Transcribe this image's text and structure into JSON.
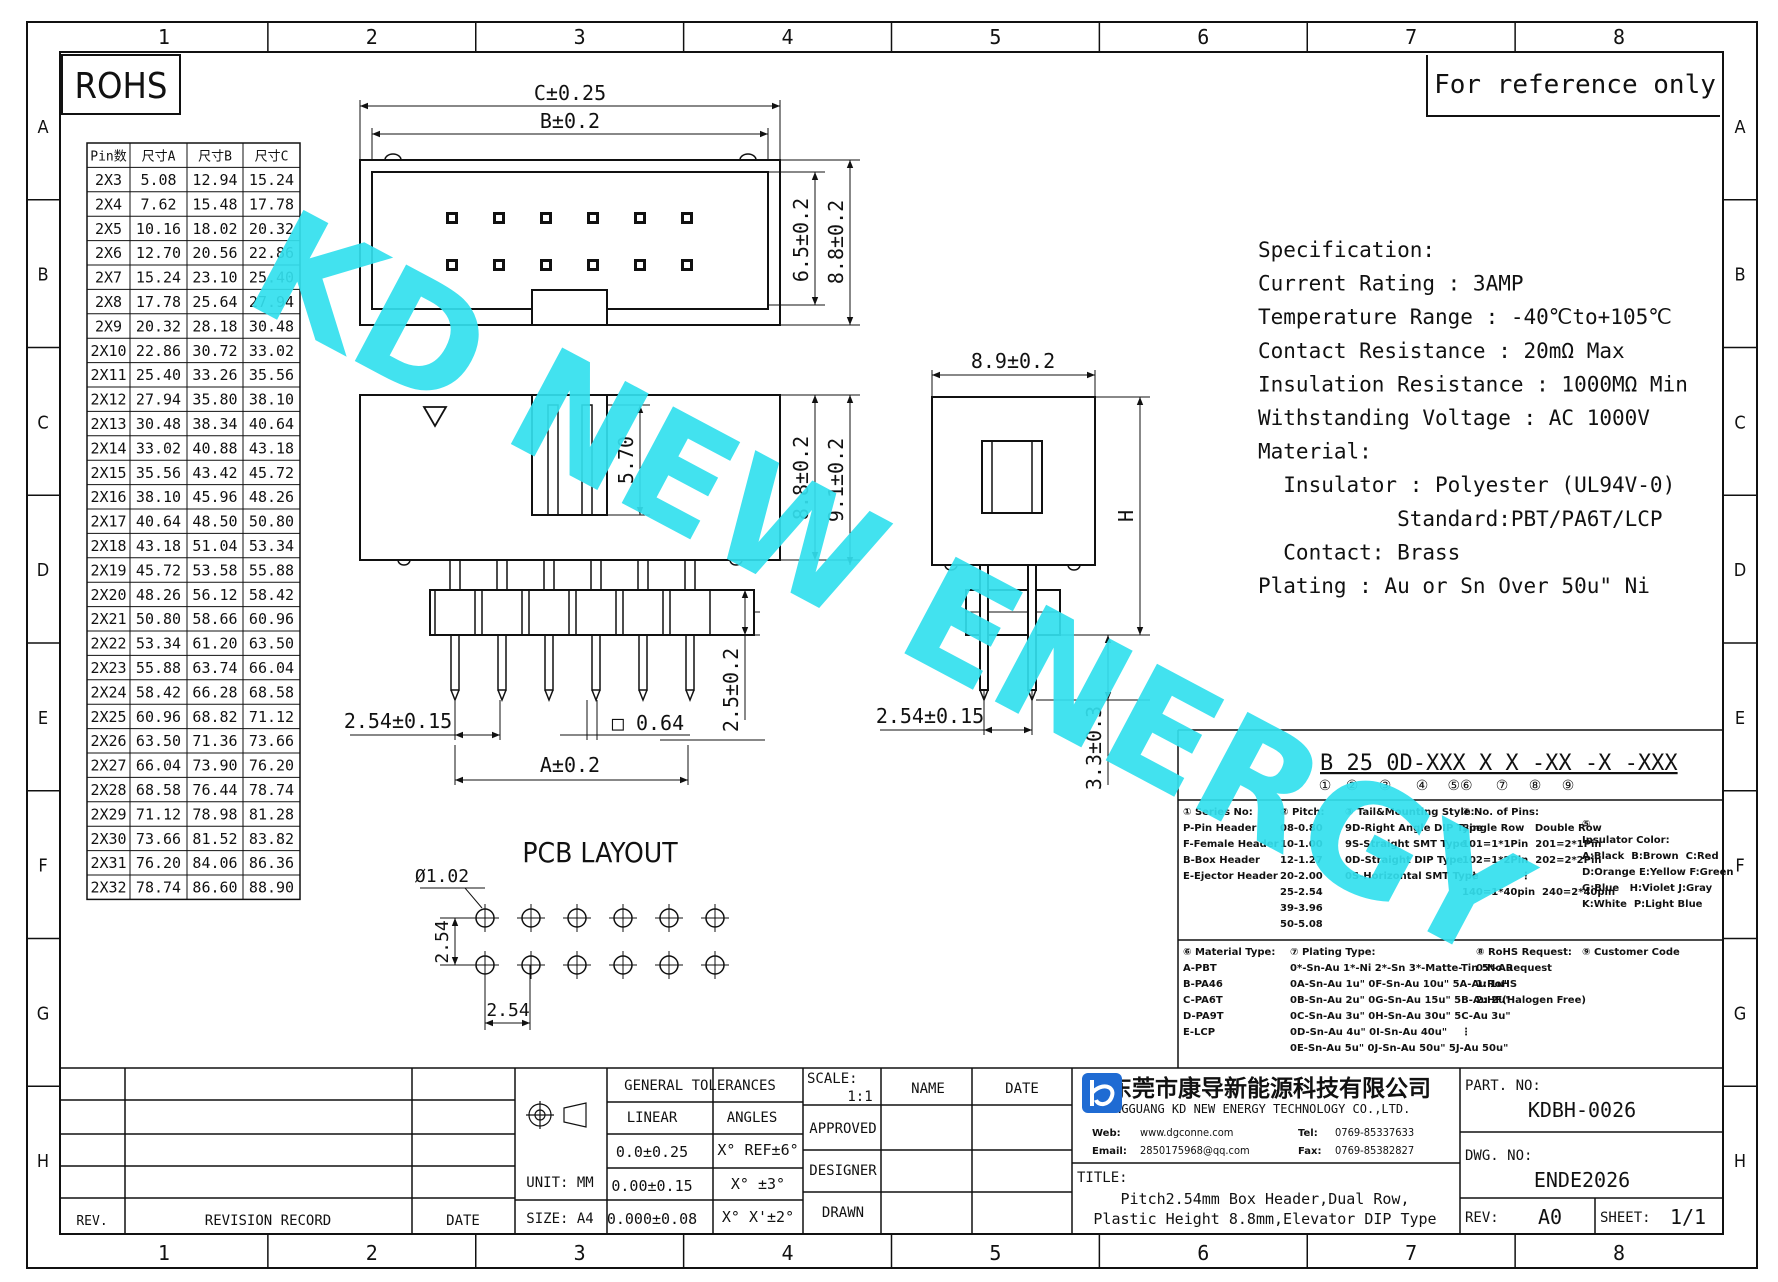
{
  "grid": {
    "cols": [
      "1",
      "2",
      "3",
      "4",
      "5",
      "6",
      "7",
      "8"
    ],
    "rows": [
      "A",
      "B",
      "C",
      "D",
      "E",
      "F",
      "G",
      "H"
    ]
  },
  "rohs": "ROHS",
  "reference": "For reference only",
  "watermark": "KD NEW ENERGY",
  "pin_table": {
    "headers": [
      "Pin数",
      "尺寸A",
      "尺寸B",
      "尺寸C"
    ],
    "rows": [
      [
        "2X3",
        "5.08",
        "12.94",
        "15.24"
      ],
      [
        "2X4",
        "7.62",
        "15.48",
        "17.78"
      ],
      [
        "2X5",
        "10.16",
        "18.02",
        "20.32"
      ],
      [
        "2X6",
        "12.70",
        "20.56",
        "22.86"
      ],
      [
        "2X7",
        "15.24",
        "23.10",
        "25.40"
      ],
      [
        "2X8",
        "17.78",
        "25.64",
        "27.94"
      ],
      [
        "2X9",
        "20.32",
        "28.18",
        "30.48"
      ],
      [
        "2X10",
        "22.86",
        "30.72",
        "33.02"
      ],
      [
        "2X11",
        "25.40",
        "33.26",
        "35.56"
      ],
      [
        "2X12",
        "27.94",
        "35.80",
        "38.10"
      ],
      [
        "2X13",
        "30.48",
        "38.34",
        "40.64"
      ],
      [
        "2X14",
        "33.02",
        "40.88",
        "43.18"
      ],
      [
        "2X15",
        "35.56",
        "43.42",
        "45.72"
      ],
      [
        "2X16",
        "38.10",
        "45.96",
        "48.26"
      ],
      [
        "2X17",
        "40.64",
        "48.50",
        "50.80"
      ],
      [
        "2X18",
        "43.18",
        "51.04",
        "53.34"
      ],
      [
        "2X19",
        "45.72",
        "53.58",
        "55.88"
      ],
      [
        "2X20",
        "48.26",
        "56.12",
        "58.42"
      ],
      [
        "2X21",
        "50.80",
        "58.66",
        "60.96"
      ],
      [
        "2X22",
        "53.34",
        "61.20",
        "63.50"
      ],
      [
        "2X23",
        "55.88",
        "63.74",
        "66.04"
      ],
      [
        "2X24",
        "58.42",
        "66.28",
        "68.58"
      ],
      [
        "2X25",
        "60.96",
        "68.82",
        "71.12"
      ],
      [
        "2X26",
        "63.50",
        "71.36",
        "73.66"
      ],
      [
        "2X27",
        "66.04",
        "73.90",
        "76.20"
      ],
      [
        "2X28",
        "68.58",
        "76.44",
        "78.74"
      ],
      [
        "2X29",
        "71.12",
        "78.98",
        "81.28"
      ],
      [
        "2X30",
        "73.66",
        "81.52",
        "83.82"
      ],
      [
        "2X31",
        "76.20",
        "84.06",
        "86.36"
      ],
      [
        "2X32",
        "78.74",
        "86.60",
        "88.90"
      ]
    ]
  },
  "dims": {
    "c": "C±0.25",
    "b": "B±0.2",
    "h65": "6.5±0.2",
    "h88a": "8.8±0.2",
    "h570": "5.70",
    "h88b": "8.8±0.2",
    "h91": "9.1±0.2",
    "pitch1": "2.54±0.15",
    "sq": "□ 0.64",
    "h25": "2.5±0.2",
    "a": "A±0.2",
    "w89": "8.9±0.2",
    "h": "H",
    "pitch2": "2.54±0.15",
    "h33": "3.3±0.3",
    "pcb_title": "PCB LAYOUT",
    "dia": "Ø1.02",
    "pcb_v": "2.54",
    "pcb_h": "2.54"
  },
  "spec": [
    "Specification:",
    "Current Rating : 3AMP",
    "Temperature Range : -40℃to+105℃",
    "Contact Resistance : 20mΩ Max",
    "Insulation Resistance : 1000MΩ Min",
    "Withstanding Voltage : AC 1000V",
    "Material:",
    "  Insulator : Polyester (UL94V-0)",
    "           Standard:PBT/PA6T/LCP",
    "  Contact: Brass",
    "Plating : Au or Sn Over 50u\" Ni"
  ],
  "part_code": {
    "code": "B 25 0D-XXX X X -XX -X -XXX",
    "nums": [
      "①",
      "②",
      "③",
      "④",
      "⑤⑥",
      "⑦",
      "⑧",
      "⑨"
    ],
    "blocks": [
      [
        "① Series No:",
        "P-Pin Header",
        "F-Female Header",
        "B-Box Header",
        "E-Ejector Header"
      ],
      [
        "② Pitch:",
        "08-0.80",
        "10-1.00",
        "12-1.27",
        "20-2.00",
        "25-2.54",
        "39-3.96",
        "50-5.08"
      ],
      [
        "③ Tail&Mounting Style:",
        "9D-Right Angle DIP Type",
        "9S-Straight SMT Type",
        "0D-Straight DIP Type",
        "0S-Horizontal SMT Type"
      ],
      [
        "④ No. of Pins:",
        "Single Row   Double Row",
        "101=1*1Pin  201=2*1Pin",
        "102=1*2Pin  202=2*2Pin",
        "  ⋮            ⋮",
        "140=1*40pin  240=2*40pin"
      ],
      [
        "⑤",
        "Insulator Color:",
        "A:Black  B:Brown  C:Red",
        "D:Orange E:Yellow F:Green",
        "G:Blue   H:Violet J:Gray",
        "K:White  P:Light Blue"
      ],
      [
        "⑥ Material Type:",
        "A-PBT",
        "B-PA46",
        "C-PA6T",
        "D-PA9T",
        "E-LCP"
      ],
      [
        "⑦ Plating Type:",
        "0*-Sn-Au 1*-Ni 2*-Sn 3*-Matte-Tin 5*-Au",
        "0A-Sn-Au 1u\" 0F-Sn-Au 10u\" 5A-Au 1u\"",
        "0B-Sn-Au 2u\" 0G-Sn-Au 15u\" 5B-Au 2u\"",
        "0C-Sn-Au 3u\" 0H-Sn-Au 30u\" 5C-Au 3u\"",
        "0D-Sn-Au 4u\" 0I-Sn-Au 40u\"    ⋮",
        "0E-Sn-Au 5u\" 0J-Sn-Au 50u\" 5J-Au 50u\""
      ],
      [
        "⑧ RoHS Request:",
        "0:No Request",
        "1:RoHS",
        "2:HF(Halogen Free)"
      ],
      [
        "⑨ Customer Code"
      ]
    ]
  },
  "title_block": {
    "rev": "REV.",
    "revision_record": "REVISION RECORD",
    "date": "DATE",
    "general_tolerances": "GENERAL TOLERANCES",
    "linear": "LINEAR",
    "angles": "ANGLES",
    "tol1": "0.0±0.25",
    "tol2": "0.00±0.15",
    "tol3": "0.000±0.08",
    "ang1": "X° REF±6°",
    "ang2": "X° ±3°",
    "ang3": "X° X'±2°",
    "unit": "UNIT: MM",
    "size": "SIZE: A4",
    "scale": "SCALE:",
    "scale_val": "1:1",
    "name": "NAME",
    "date2": "DATE",
    "approved": "APPROVED",
    "designer": "DESIGNER",
    "drawn": "DRAWN",
    "company_cn": "东莞市康导新能源科技有限公司",
    "company_en": "DONGGUANG KD NEW ENERGY TECHNOLOGY CO.,LTD.",
    "web_label": "Web:",
    "web": "www.dgconne.com",
    "tel_label": "Tel:",
    "tel": "0769-85337633",
    "email_label": "Email:",
    "email": "2850175968@qq.com",
    "fax_label": "Fax:",
    "fax": "0769-85382827",
    "title_label": "TITLE:",
    "title1": "Pitch2.54mm Box Header,Dual Row,",
    "title2": "Plastic Height 8.8mm,Elevator DIP Type",
    "part_no_label": "PART. NO:",
    "part_no": "KDBH-0026",
    "dwg_no_label": "DWG. NO:",
    "dwg_no": "ENDE2026",
    "rev_label": "REV:",
    "rev_val": "A0",
    "sheet_label": "SHEET:",
    "sheet_val": "1/1"
  }
}
